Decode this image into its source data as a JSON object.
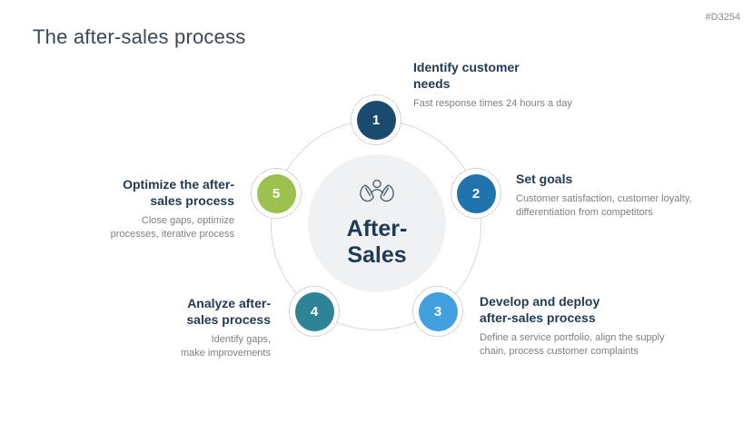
{
  "header": {
    "title": "The after-sales process",
    "code": "#D3254"
  },
  "center": {
    "label_lines": [
      "After-",
      "Sales"
    ],
    "icon": "customer-care-icon"
  },
  "colors": {
    "title_text": "#3a4757",
    "heading_text": "#1f3a54",
    "desc_text": "#7f7f7f",
    "center_circle_bg": "#f0f1f2",
    "dotted_ring": "#aeaeae"
  },
  "steps": [
    {
      "number": "1",
      "color": "#1b4a6f",
      "heading_lines": [
        "Identify customer",
        "needs"
      ],
      "desc_lines": [
        "Fast response times 24 hours a day"
      ]
    },
    {
      "number": "2",
      "color": "#2173ae",
      "heading_lines": [
        "Set goals"
      ],
      "desc_lines": [
        "Customer satisfaction, customer loyalty,",
        "differentiation from competitors"
      ]
    },
    {
      "number": "3",
      "color": "#42a0df",
      "heading_lines": [
        "Develop and deploy",
        "after-sales process"
      ],
      "desc_lines": [
        "Define a service portfolio, align the supply",
        "chain, process customer complaints"
      ]
    },
    {
      "number": "4",
      "color": "#2d8496",
      "heading_lines": [
        "Analyze after-",
        "sales process"
      ],
      "desc_lines": [
        "Identify gaps,",
        "make improvements"
      ]
    },
    {
      "number": "5",
      "color": "#9cc14e",
      "heading_lines": [
        "Optimize the after-",
        "sales process"
      ],
      "desc_lines": [
        "Close gaps, optimize",
        "processes, iterative process"
      ]
    }
  ]
}
